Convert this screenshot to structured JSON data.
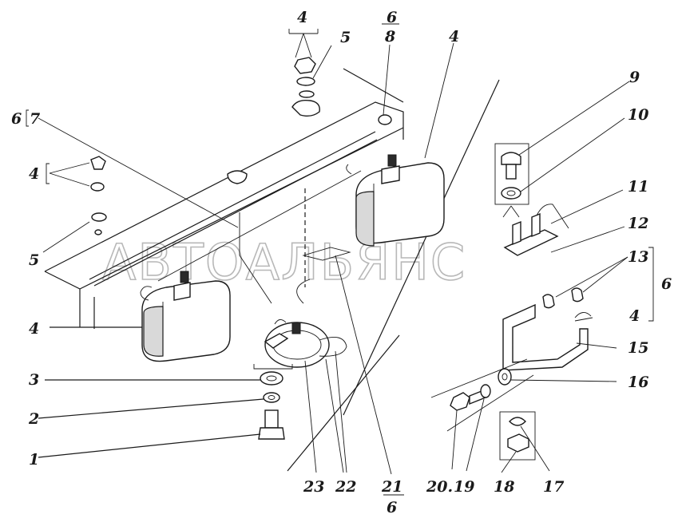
{
  "watermark": "АВТОАЛЬЯНС",
  "callouts": {
    "c1": "1",
    "c2": "2",
    "c3": "3",
    "c4_top": "4",
    "c4_left": "4",
    "c4_lamp_left": "4",
    "c4_lamp_right": "4",
    "c4_right": "4",
    "c5_top": "5",
    "c5_left": "5",
    "c6_top": "6",
    "c8_top": "8",
    "c6_7": "6",
    "c7": "7",
    "c9": "9",
    "c10": "10",
    "c11": "11",
    "c12": "12",
    "c13": "13",
    "c6_right": "6",
    "c15": "15",
    "c16": "16",
    "c17": "17",
    "c18": "18",
    "c19": "19",
    "c20": "20.",
    "c21": "21",
    "c6_bottom": "6",
    "c22": "22",
    "c23": "23"
  }
}
